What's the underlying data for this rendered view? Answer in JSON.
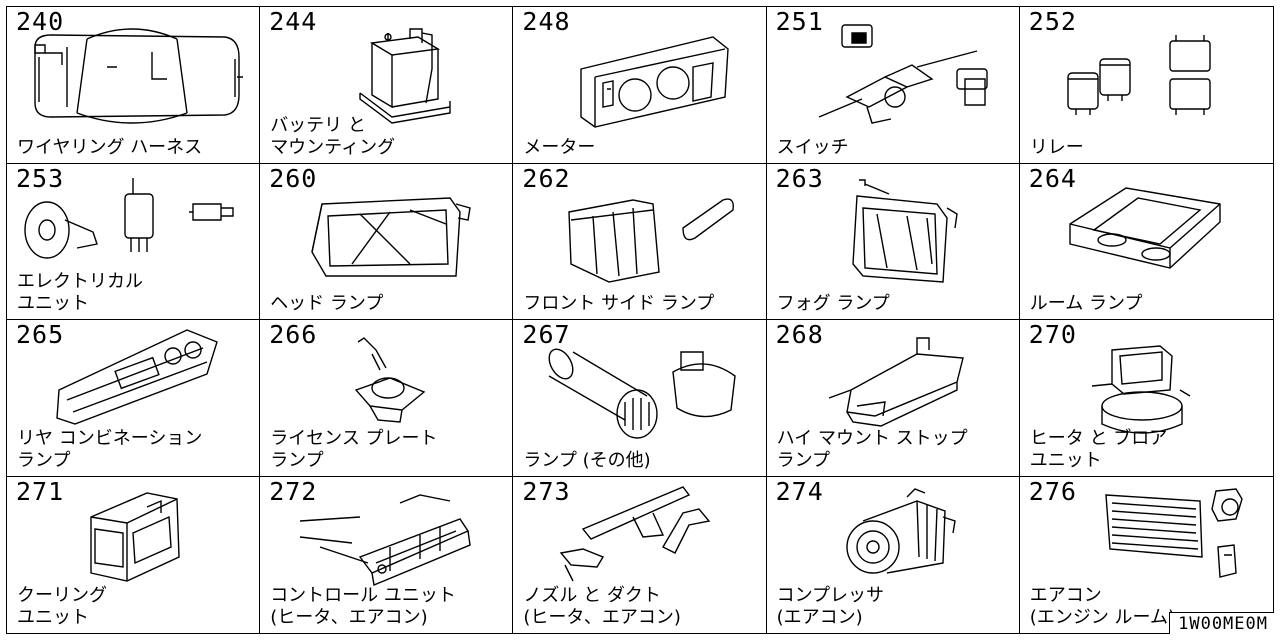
{
  "cells": [
    {
      "num": "240",
      "label": "ワイヤリング ハーネス"
    },
    {
      "num": "244",
      "label": "バッテリ と\nマウンティング"
    },
    {
      "num": "248",
      "label": "メーター"
    },
    {
      "num": "251",
      "label": "スイッチ"
    },
    {
      "num": "252",
      "label": "リレー"
    },
    {
      "num": "253",
      "label": "エレクトリカル\nユニット"
    },
    {
      "num": "260",
      "label": "ヘッド ランプ"
    },
    {
      "num": "262",
      "label": "フロント サイド ランプ"
    },
    {
      "num": "263",
      "label": "フォグ ランプ"
    },
    {
      "num": "264",
      "label": "ルーム ランプ"
    },
    {
      "num": "265",
      "label": "リヤ コンビネーション\nランプ"
    },
    {
      "num": "266",
      "label": "ライセンス プレート\nランプ"
    },
    {
      "num": "267",
      "label": "ランプ (その他)"
    },
    {
      "num": "268",
      "label": "ハイ マウント ストップ\nランプ"
    },
    {
      "num": "270",
      "label": "ヒータ と ブロア\nユニット"
    },
    {
      "num": "271",
      "label": "クーリング\nユニット"
    },
    {
      "num": "272",
      "label": "コントロール ユニット\n(ヒータ、エアコン)"
    },
    {
      "num": "273",
      "label": "ノズル と ダクト\n(ヒータ、エアコン)"
    },
    {
      "num": "274",
      "label": "コンプレッサ\n(エアコン)"
    },
    {
      "num": "276",
      "label": "エアコン\n(エンジン ルーム)"
    }
  ],
  "diagram_code": "1W00ME0M"
}
